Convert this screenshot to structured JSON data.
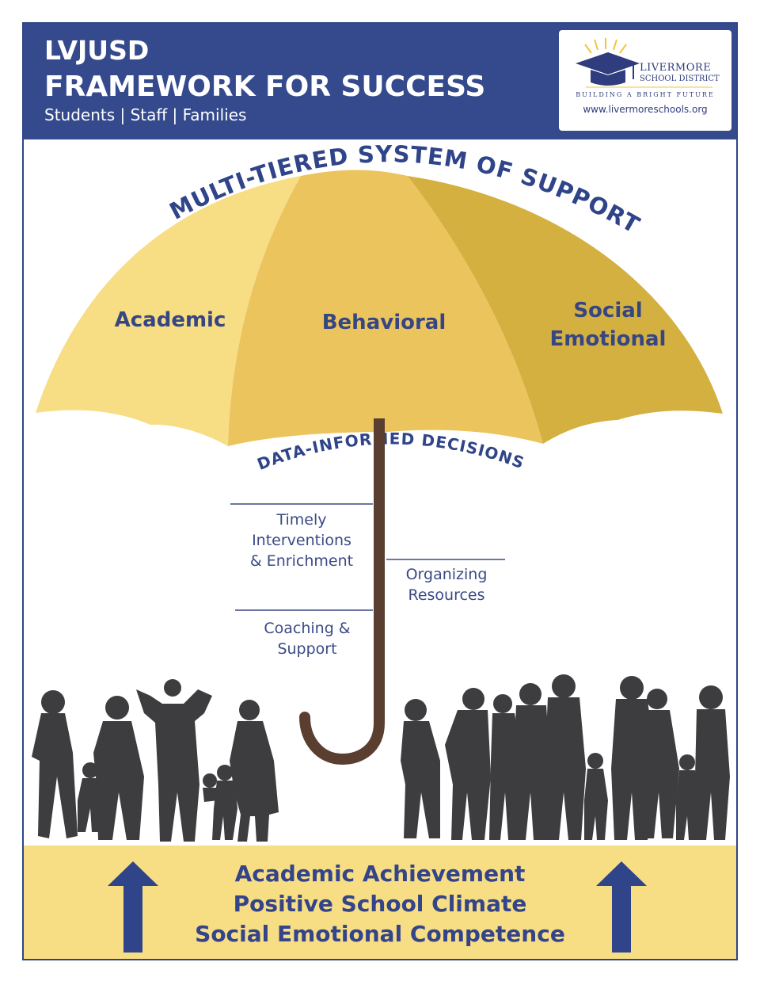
{
  "header": {
    "title_line1": "LVJUSD",
    "title_line2": "FRAMEWORK FOR SUCCESS",
    "subtitle": "Students | Staff | Families"
  },
  "logo": {
    "name_line1": "LIVERMORE",
    "name_line2": "SCHOOL DISTRICT",
    "tagline": "BUILDING A BRIGHT FUTURE",
    "url": "www.livermoreschools.org"
  },
  "umbrella": {
    "arc_title": "MULTI-TIERED SYSTEM OF SUPPORT",
    "segments": [
      {
        "label": "Academic"
      },
      {
        "label": "Behavioral"
      },
      {
        "label": "Social\nEmotional"
      }
    ],
    "data_label": "DATA-INFORMED DECISIONS"
  },
  "supports": [
    {
      "label": "Timely\nInterventions\n& Enrichment"
    },
    {
      "label": "Organizing\nResources"
    },
    {
      "label": "Coaching &\nSupport"
    }
  ],
  "outcomes": [
    "Academic Achievement",
    "Positive School Climate",
    "Social Emotional Competence"
  ],
  "colors": {
    "navy": "#354a8d",
    "umbrella_light": "#f7dd83",
    "umbrella_mid": "#ecc45e",
    "umbrella_dark": "#d3b040",
    "handle": "#5a3e30",
    "silhouette": "#3d3d3f"
  }
}
